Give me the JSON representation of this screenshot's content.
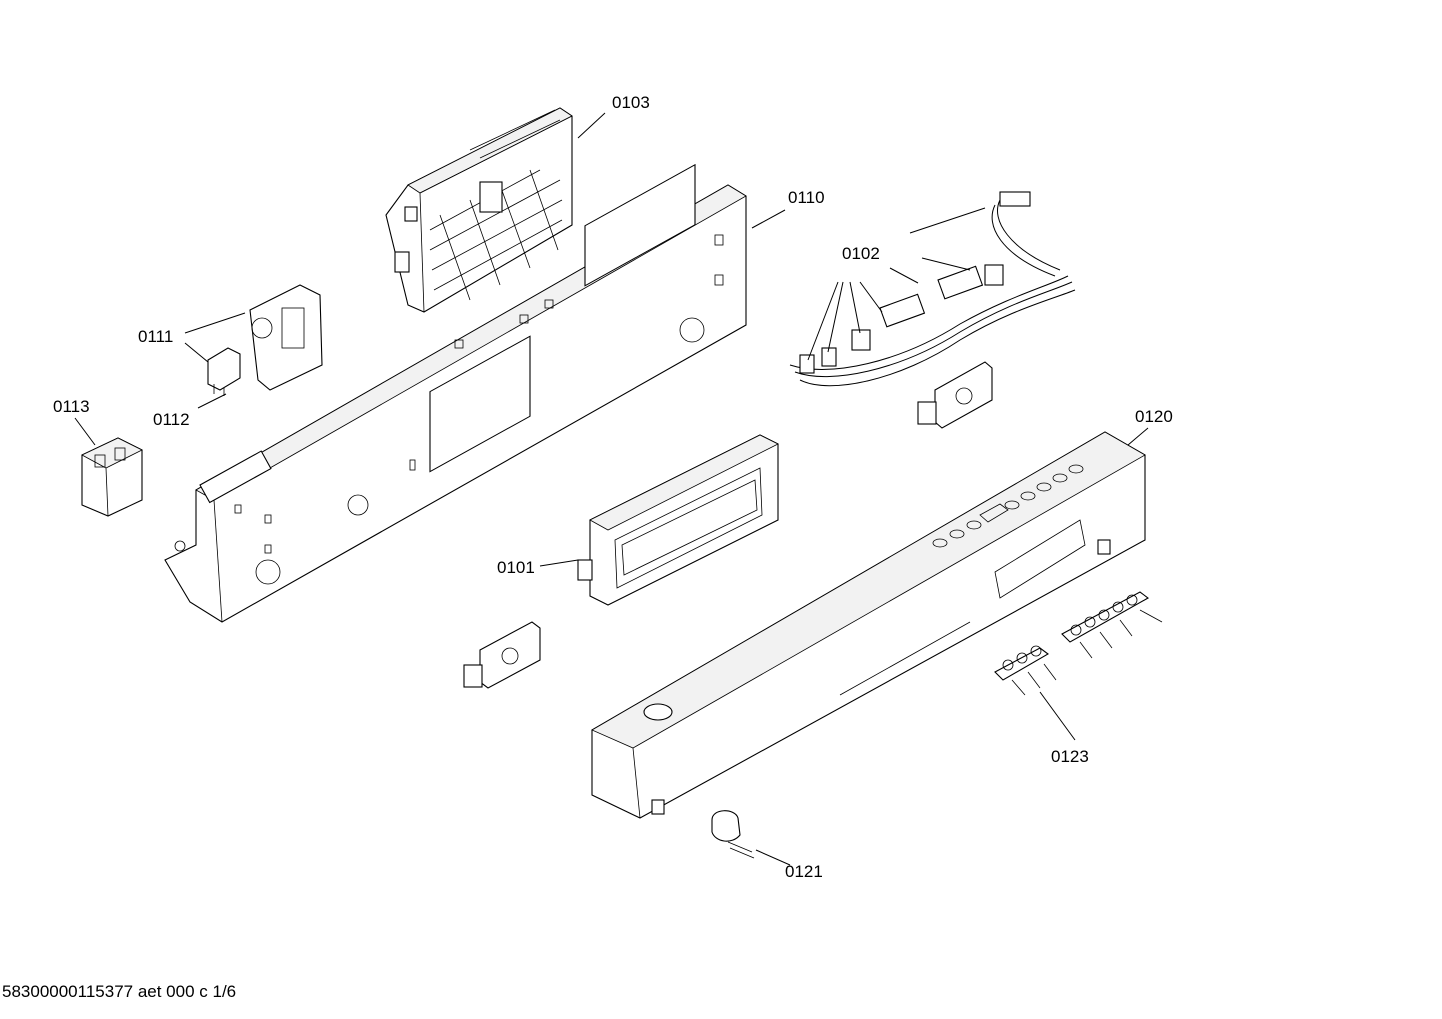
{
  "labels": {
    "p0101": "0101",
    "p0102": "0102",
    "p0103": "0103",
    "p0110": "0110",
    "p0111": "0111",
    "p0112": "0112",
    "p0113": "0113",
    "p0120": "0120",
    "p0121": "0121",
    "p0123": "0123"
  },
  "footer": "58300000115377 aet 000 c 1/6"
}
